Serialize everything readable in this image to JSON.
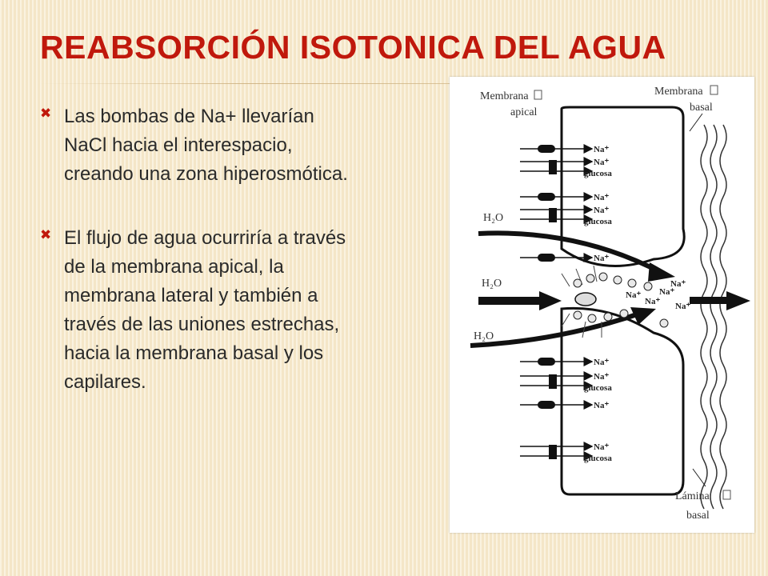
{
  "slide": {
    "title": "REABSORCIÓN ISOTONICA  DEL AGUA",
    "bullets": [
      {
        "icon": "x-bullet-icon",
        "text": "Las bombas de Na+ llevarían NaCl hacia el interespacio, creando una zona hiperosmótica."
      },
      {
        "icon": "x-bullet-icon",
        "text": "El flujo de agua ocurriría a través de la membrana apical, la membrana lateral y también a través de las uniones estrechas, hacia la membrana basal y los capilares."
      }
    ]
  },
  "figure": {
    "labels": {
      "membrana_apical_1": "Membrana",
      "membrana_apical_2": "apical",
      "membrana_basal_1": "Membrana",
      "membrana_basal_2": "basal",
      "lamina_basal_1": "Lámina",
      "lamina_basal_2": "basal",
      "h2o_1": "H₂O",
      "h2o_2": "H₂O",
      "h2o_3": "H₂O"
    },
    "transporters": [
      {
        "line1": "Na⁺",
        "line2": ""
      },
      {
        "line1": "Na⁺",
        "line2": "glucosa"
      },
      {
        "line1": "Na⁺",
        "line2": ""
      },
      {
        "line1": "Na⁺",
        "line2": "glucosa"
      },
      {
        "line1": "Na⁺",
        "line2": ""
      },
      {
        "line1": "Na⁺",
        "line2": ""
      },
      {
        "line1": "Na⁺",
        "line2": "glucosa"
      },
      {
        "line1": "Na⁺",
        "line2": ""
      },
      {
        "line1": "Na⁺",
        "line2": "glucosa"
      }
    ],
    "interspace_ions": [
      "Na⁺",
      "Na⁺",
      "Na⁺",
      "Na⁺",
      "Na⁺"
    ],
    "colors": {
      "title": "#c0180c",
      "bullet": "#c0180c",
      "text": "#2a2a2a",
      "background": "#f7ecd0"
    }
  }
}
